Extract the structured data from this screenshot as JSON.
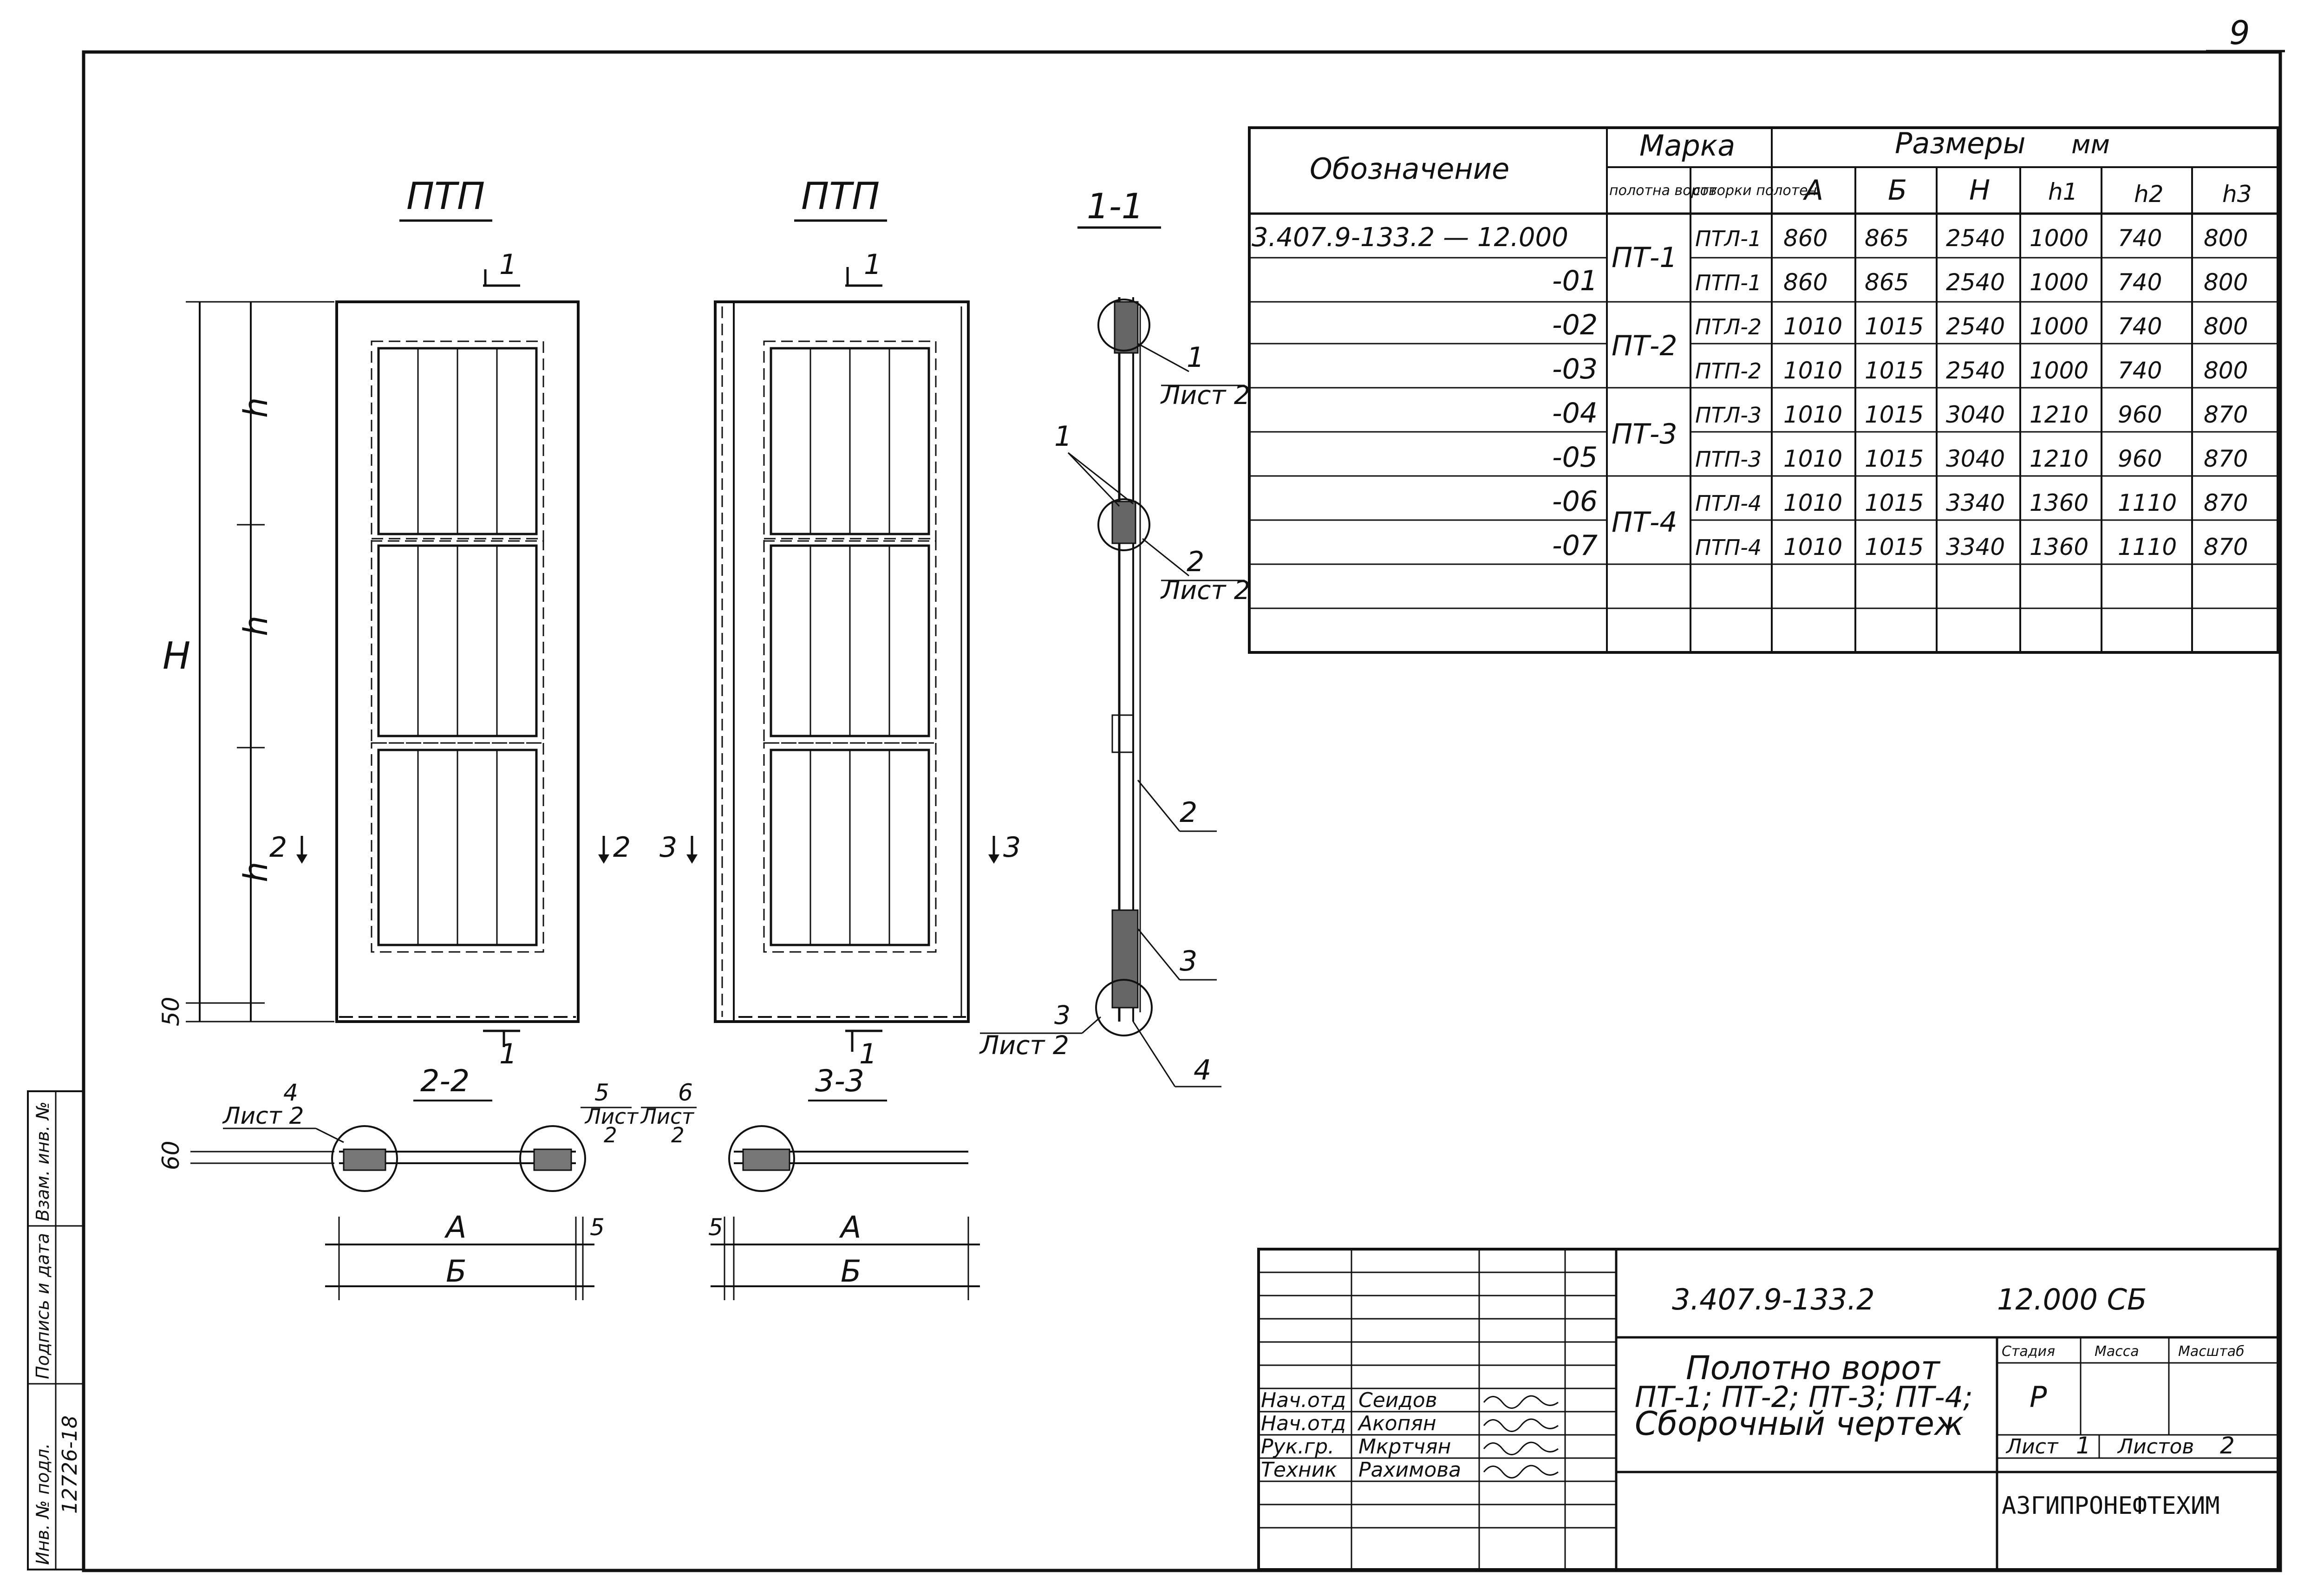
{
  "page_number": "9",
  "views": {
    "front_left_title": "ПТП",
    "front_right_title": "ПТП",
    "section_title": "1-1",
    "section_2_title": "2-2",
    "section_3_title": "3-3",
    "cut_mark_1": "1",
    "cut_mark_2": "2",
    "cut_mark_3": "3",
    "dim_H": "H",
    "dim_h": "h",
    "dim_50": "50",
    "dim_60": "60",
    "dim_A": "A",
    "dim_B": "Б",
    "dim_5": "5"
  },
  "callouts": {
    "n1": "1",
    "n2": "2",
    "n3": "3",
    "n4": "4",
    "n5": "5",
    "n6": "6",
    "sheet_ref": "Лист 2",
    "sheet_ref_short": "Лист",
    "sheet_ref_num": "2"
  },
  "spec_table": {
    "h_designation": "Обозначение",
    "h_mark": "Марка",
    "h_sizes": "Размеры",
    "h_units": "мм",
    "h_leaf": "полотна ворот",
    "h_sash": "створки полотен",
    "h_A": "A",
    "h_B": "Б",
    "h_H": "H",
    "h_h1": "h1",
    "h_h2": "h2",
    "h_h3": "h3",
    "rows": [
      {
        "designation": "3.407.9-133.2 — 12.000",
        "leaf": "ПТ-1",
        "sash": "ПТЛ-1",
        "A": "860",
        "B": "865",
        "H": "2540",
        "h1": "1000",
        "h2": "740",
        "h3": "800"
      },
      {
        "designation": "-01",
        "leaf": "",
        "sash": "ПТП-1",
        "A": "860",
        "B": "865",
        "H": "2540",
        "h1": "1000",
        "h2": "740",
        "h3": "800"
      },
      {
        "designation": "-02",
        "leaf": "ПТ-2",
        "sash": "ПТЛ-2",
        "A": "1010",
        "B": "1015",
        "H": "2540",
        "h1": "1000",
        "h2": "740",
        "h3": "800"
      },
      {
        "designation": "-03",
        "leaf": "",
        "sash": "ПТП-2",
        "A": "1010",
        "B": "1015",
        "H": "2540",
        "h1": "1000",
        "h2": "740",
        "h3": "800"
      },
      {
        "designation": "-04",
        "leaf": "ПТ-3",
        "sash": "ПТЛ-3",
        "A": "1010",
        "B": "1015",
        "H": "3040",
        "h1": "1210",
        "h2": "960",
        "h3": "870"
      },
      {
        "designation": "-05",
        "leaf": "",
        "sash": "ПТП-3",
        "A": "1010",
        "B": "1015",
        "H": "3040",
        "h1": "1210",
        "h2": "960",
        "h3": "870"
      },
      {
        "designation": "-06",
        "leaf": "ПТ-4",
        "sash": "ПТЛ-4",
        "A": "1010",
        "B": "1015",
        "H": "3340",
        "h1": "1360",
        "h2": "1110",
        "h3": "870"
      },
      {
        "designation": "-07",
        "leaf": "",
        "sash": "ПТП-4",
        "A": "1010",
        "B": "1015",
        "H": "3340",
        "h1": "1360",
        "h2": "1110",
        "h3": "870"
      }
    ]
  },
  "title_block": {
    "doc_code": "3.407.9-133.2",
    "doc_suffix": "12.000 СБ",
    "title_line1": "Полотно ворот",
    "title_line2": "ПТ-1; ПТ-2; ПТ-3; ПТ-4;",
    "title_line3": "Сборочный чертеж",
    "stage_label": "Стадия",
    "mass_label": "Масса",
    "scale_label": "Масштаб",
    "stage_value": "Р",
    "sheet_label": "Лист",
    "sheet_value": "1",
    "sheets_label": "Листов",
    "sheets_value": "2",
    "organization": "АЗГИПРОНЕФТЕХИМ",
    "signatures": [
      {
        "role": "Нач.отд",
        "name": "Сеидов"
      },
      {
        "role": "Нач.отд",
        "name": "Акопян"
      },
      {
        "role": "Рук.гр.",
        "name": "Мкртчян"
      },
      {
        "role": "Техник",
        "name": "Рахимова"
      }
    ]
  },
  "side_stamp": {
    "inv_label": "Инв. № подл.",
    "sign_label": "Подпись и дата",
    "replace_label": "Взам. инв. №",
    "inv_value": "12726-18"
  }
}
